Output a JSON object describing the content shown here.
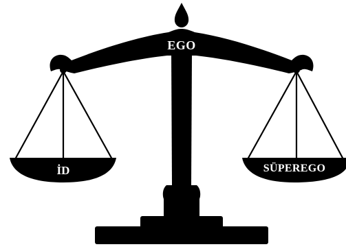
{
  "labels": {
    "ego": "EGO",
    "id": "İD",
    "superego": "SÜPEREGO"
  },
  "colors": {
    "ink": "#000000",
    "background": "#ffffff",
    "text": "#ffffff"
  },
  "icon": "balance-scale-icon"
}
